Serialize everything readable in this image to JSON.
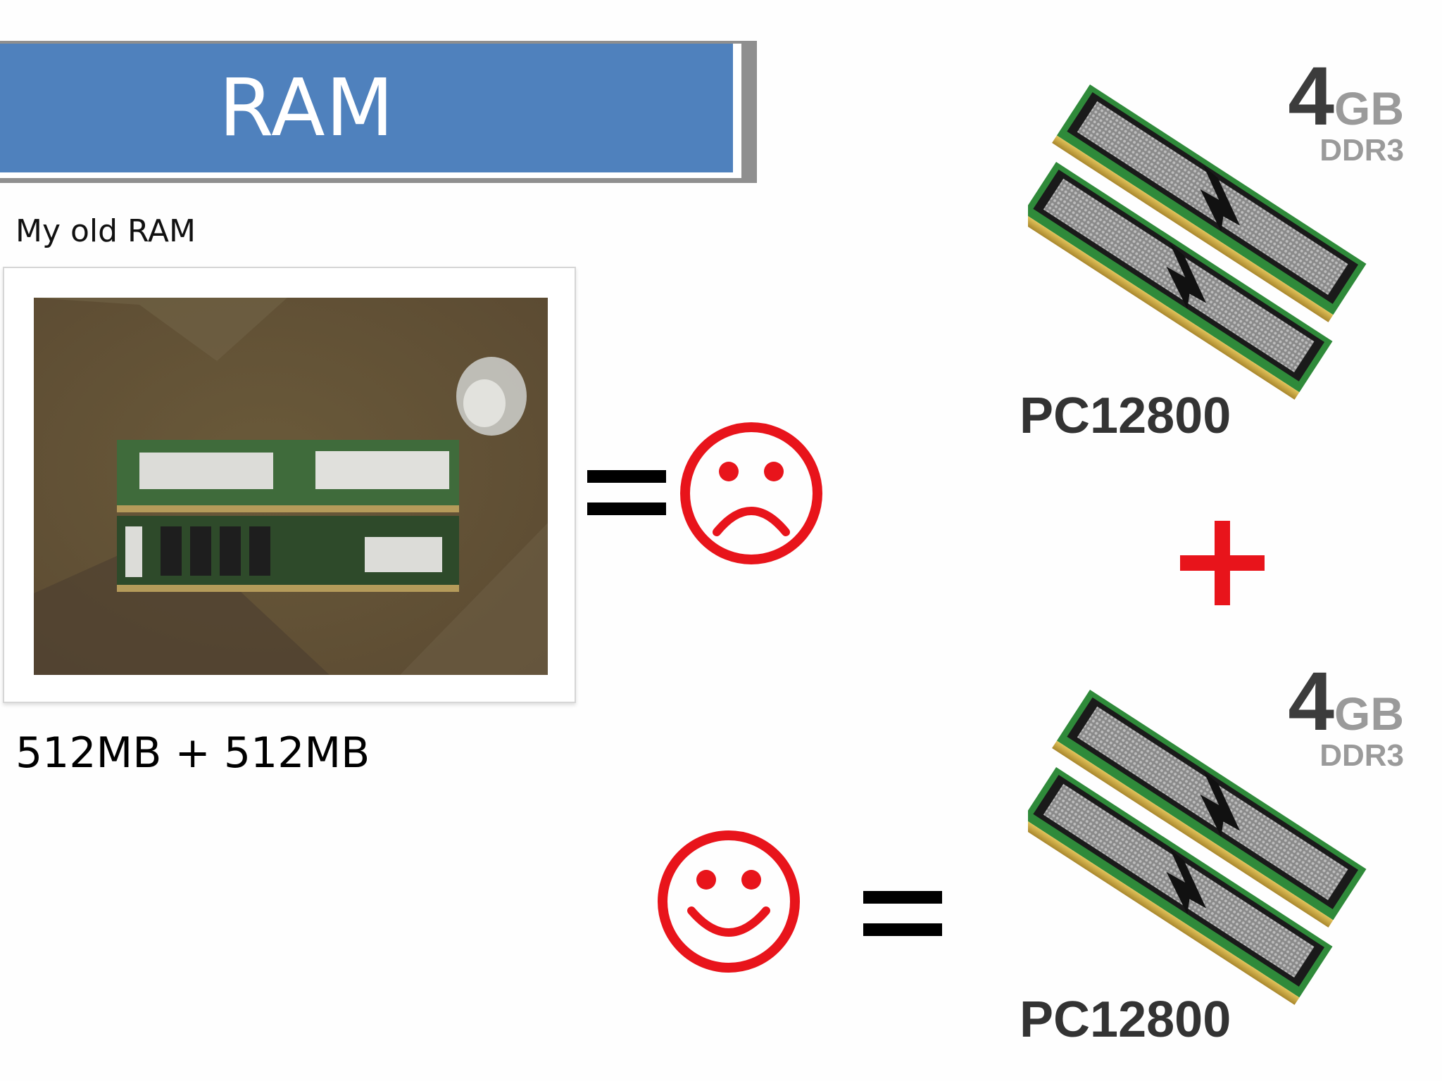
{
  "slide": {
    "title": "RAM",
    "subtitle": "My old RAM",
    "old_ram_size": "512MB + 512MB",
    "equals_symbol": "=",
    "plus_symbol": "+",
    "colors": {
      "title_fill": "#4f81bd",
      "title_text": "#ffffff",
      "emoticon_red": "#e8141b"
    },
    "new_modules": [
      {
        "capacity_number": "4",
        "capacity_unit": "GB",
        "type": "DDR3",
        "speed": "PC12800"
      },
      {
        "capacity_number": "4",
        "capacity_unit": "GB",
        "type": "DDR3",
        "speed": "PC12800"
      }
    ],
    "emoticons": {
      "top": "sad-face",
      "bottom": "happy-face"
    }
  }
}
